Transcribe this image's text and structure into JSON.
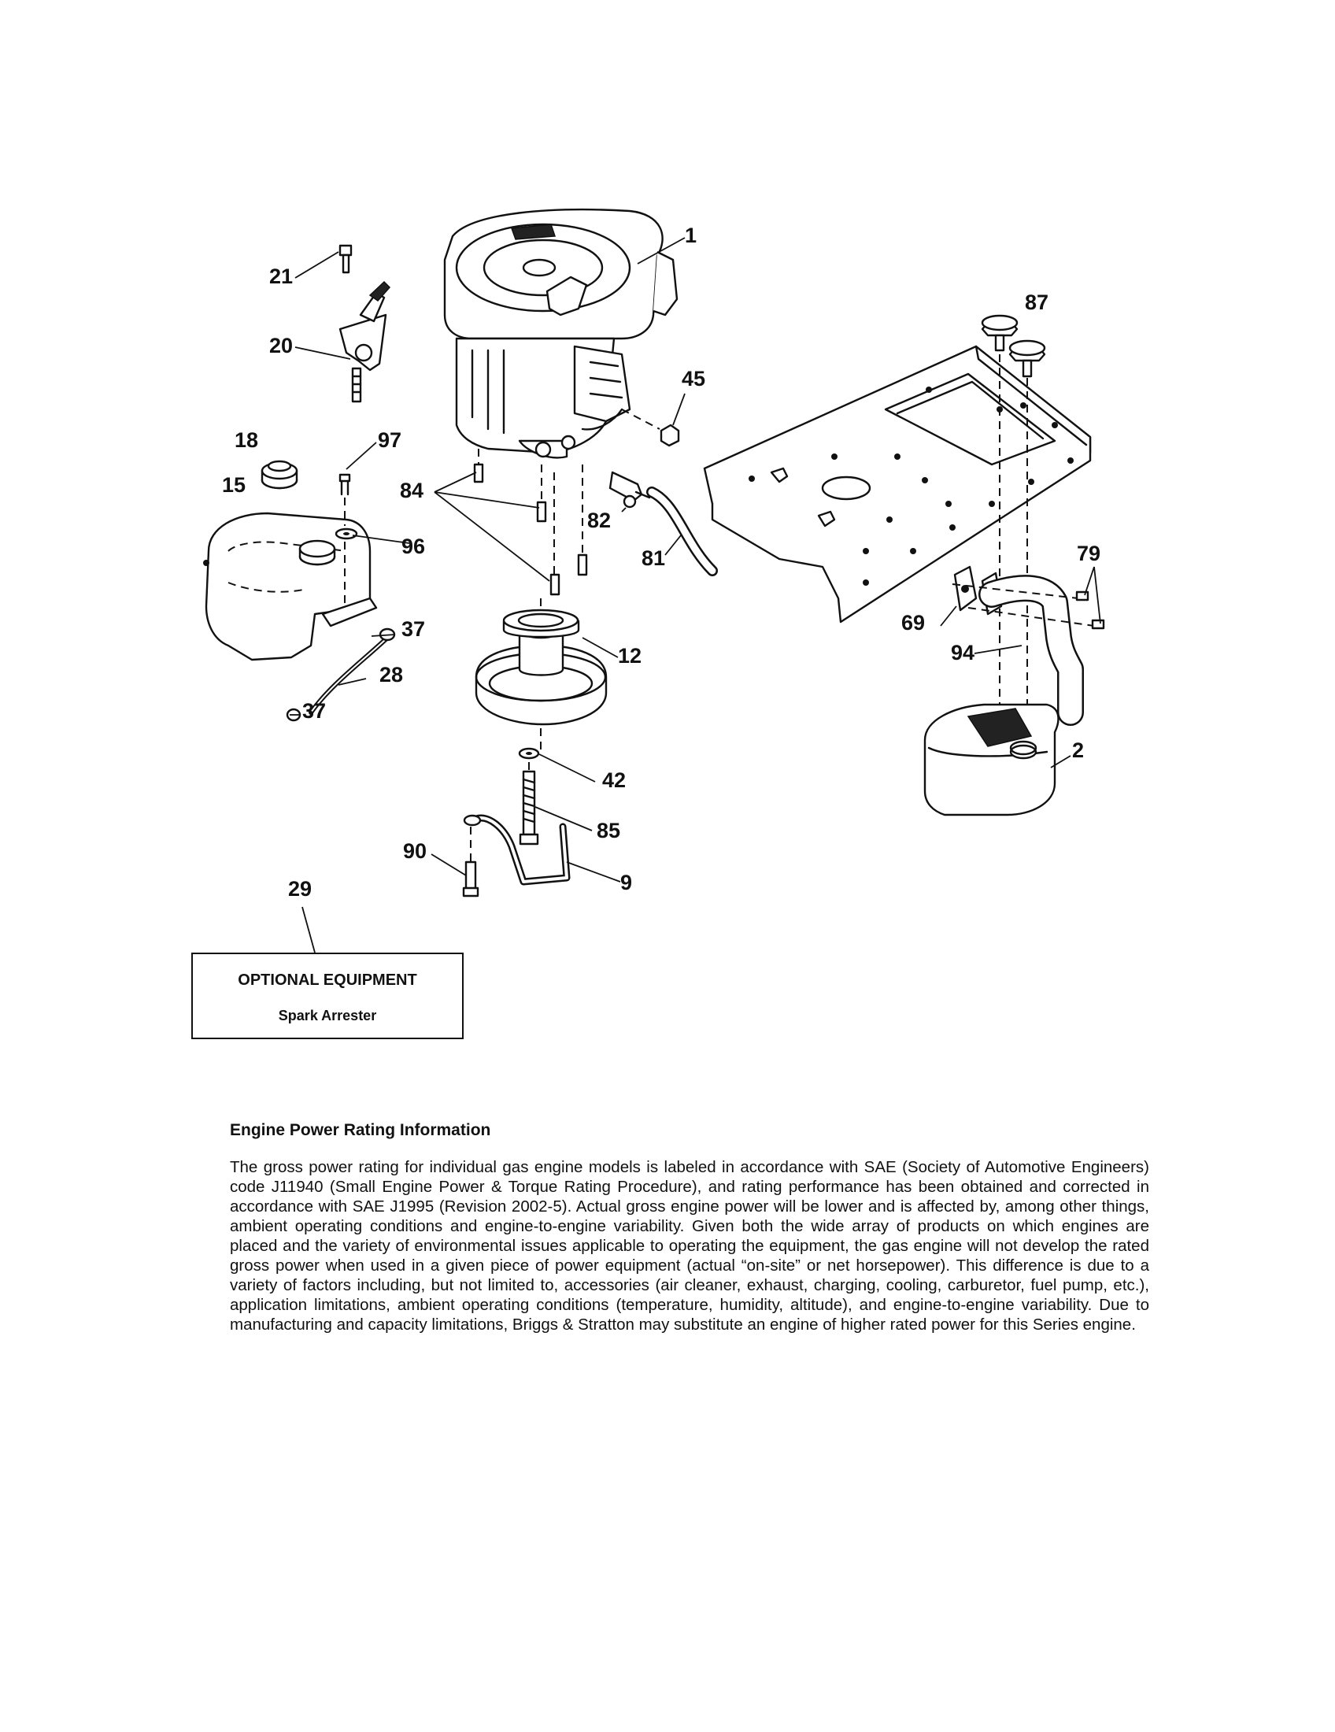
{
  "callouts": {
    "c1": "1",
    "c2": "2",
    "c9": "9",
    "c12": "12",
    "c15": "15",
    "c18": "18",
    "c20": "20",
    "c21": "21",
    "c28": "28",
    "c29": "29",
    "c37a": "37",
    "c37b": "37",
    "c42": "42",
    "c45": "45",
    "c69": "69",
    "c79": "79",
    "c81": "81",
    "c82": "82",
    "c84": "84",
    "c85": "85",
    "c87": "87",
    "c90": "90",
    "c94": "94",
    "c96": "96",
    "c97": "97"
  },
  "optional": {
    "title": "OPTIONAL EQUIPMENT",
    "item": "Spark Arrester"
  },
  "info": {
    "heading": "Engine Power Rating Information",
    "body": "The gross power rating for individual gas engine models is labeled in accordance with SAE (Society of Automotive Engineers) code J11940 (Small Engine Power & Torque Rating Procedure), and rating performance has been obtained and corrected in accordance with SAE J1995 (Revision 2002-5). Actual gross engine power will be lower and is affected by, among other things, ambient operating conditions and engine-to-engine variability. Given both the wide array of products on which engines are placed and the variety of environmental issues applicable to operating the equipment, the gas engine will not develop the rated gross power when used in a given piece of power equipment (actual “on-site” or net horsepower). This difference is due to a variety of factors including, but not limited to, accessories (air cleaner, exhaust, charging, cooling, carburetor, fuel pump, etc.), application limitations, ambient operating conditions (temperature, humidity, altitude), and engine-to-engine variability. Due to manufacturing and capacity limitations, Briggs & Stratton may substitute an engine of higher rated power for this Series engine."
  }
}
